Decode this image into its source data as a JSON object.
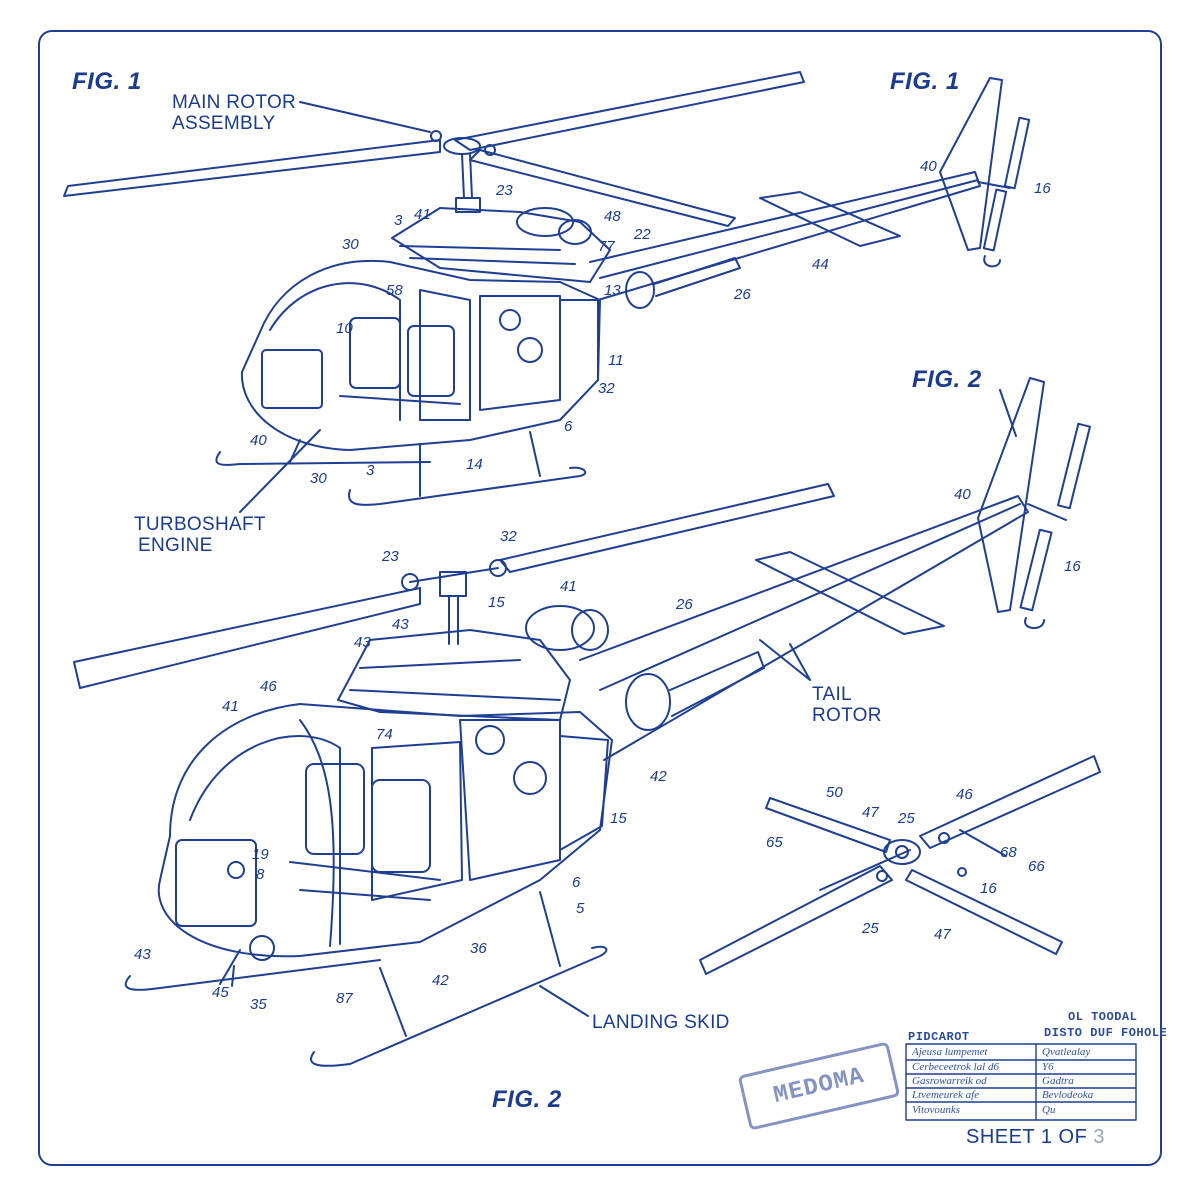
{
  "figure_labels": {
    "fig1_left": "FIG. 1",
    "fig1_right": "FIG. 1",
    "fig2_right": "FIG. 2",
    "fig2_bottom": "FIG. 2"
  },
  "callouts": {
    "main_rotor": [
      "MAIN ROTOR",
      "ASSEMBLY"
    ],
    "turboshaft": [
      "TURBOSHAFT",
      "ENGINE"
    ],
    "tail_rotor": [
      "TAIL",
      "ROTOR"
    ],
    "landing_skid": "LANDING SKID"
  },
  "fig1_numbers": [
    "40",
    "16",
    "23",
    "3",
    "41",
    "48",
    "22",
    "77",
    "30",
    "58",
    "13",
    "26",
    "44",
    "10",
    "11",
    "32",
    "6",
    "40",
    "30",
    "3",
    "14"
  ],
  "fig2_numbers": [
    "40",
    "16",
    "32",
    "23",
    "15",
    "41",
    "26",
    "43",
    "43",
    "46",
    "41",
    "74",
    "42",
    "15",
    "19",
    "8",
    "6",
    "5",
    "43",
    "45",
    "35",
    "87",
    "42",
    "36"
  ],
  "rotor_numbers": [
    "50",
    "47",
    "25",
    "46",
    "65",
    "68",
    "66",
    "16",
    "25",
    "47"
  ],
  "title_block": {
    "header_left": "PIDCAROT",
    "header_right_1": "OL TOODAL",
    "header_right_2": "DISTO DUF FOHOLE",
    "rows": [
      [
        "Ajeusa  lumpemet",
        "Qvatlealay"
      ],
      [
        "Cerbeceetrok  lal d6",
        "Y6"
      ],
      [
        "Gasrowarreik  od",
        "Gadtra"
      ],
      [
        "Ltvemeurek  afe",
        "Bevlodeoka"
      ],
      [
        "Vitovounks",
        "Qu"
      ]
    ]
  },
  "stamp_text": "MEDOMA",
  "sheet": {
    "prefix": "SHEET 1 OF ",
    "total": "3"
  }
}
